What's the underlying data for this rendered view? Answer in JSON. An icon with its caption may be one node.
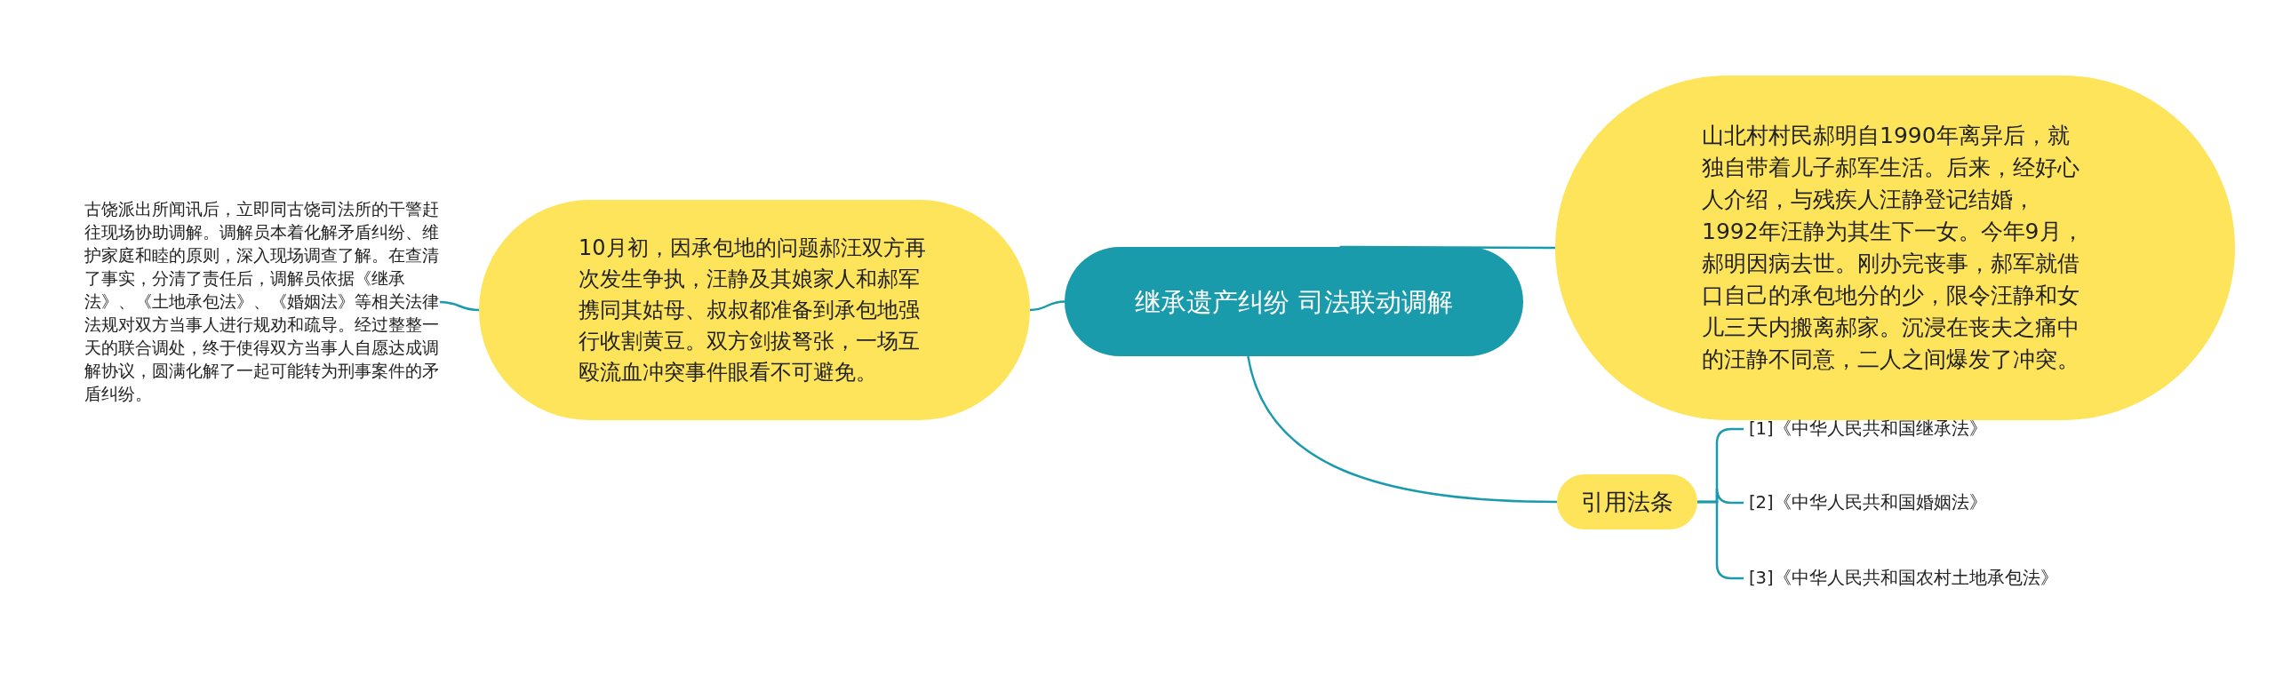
{
  "diagram": {
    "nodes": [
      {
        "text": [
          "继承遗产纠纷 司法联动调解"
        ]
      },
      {
        "text": [
          "山北村村民郝明自1990年离异后，就独自带着儿子郝军生活。后来，经好心人介绍，与残疾人汪静登记结婚，1992年汪静为其生下一女。今年9月，郝明因病去世。刚办完丧事，郝军就借口自己的承包地分的少，限令汪静和女儿三天内搬离郝家。沉浸在丧夫之痛中的汪静不同意，二人之间爆发了冲突。"
        ]
      },
      {
        "text": [
          "10月初，因承包地的问题郝汪双方再次发生争执，汪静及其娘家人和郝军携同其姑母、叔叔都准备到承包地强行收割黄豆。双方剑拔弩张，一场互殴流血冲突事件眼看不可避免。"
        ]
      },
      {
        "text": [
          "古饶派出所闻讯后，立即同古饶司法所的干警赶往现场协助调解。调解员本着化解矛盾纠纷、维护家庭和睦的原则，深入现场调查了解。在查清了事实，分清了责任后，调解员依据《继承法》、《土地承包法》、《婚姻法》等相关法律法规对双方当事人进行规劝和疏导。经过整整一天的联合调处，终于使得双方当事人自愿达成调解协议，圆满化解了一起可能转为刑事案件的矛盾纠纷。"
        ]
      },
      {
        "text": [
          "引用法条"
        ]
      },
      {
        "text": [
          "[1]《中华人民共和国继承法》"
        ]
      },
      {
        "text": [
          "[2]《中华人民共和国婚姻法》"
        ]
      },
      {
        "text": [
          "[3]《中华人民共和国农村土地承包法》"
        ]
      }
    ],
    "edges": [
      {
        "from": 0,
        "to": 1,
        "arrow": "none"
      },
      {
        "from": 0,
        "to": 2,
        "arrow": "none"
      },
      {
        "from": 2,
        "to": 3,
        "arrow": "none"
      },
      {
        "from": 0,
        "to": 4,
        "arrow": "none"
      },
      {
        "from": 4,
        "to": 5,
        "arrow": "none"
      },
      {
        "from": 4,
        "to": 6,
        "arrow": "none"
      },
      {
        "from": 4,
        "to": 7,
        "arrow": "none"
      }
    ]
  }
}
